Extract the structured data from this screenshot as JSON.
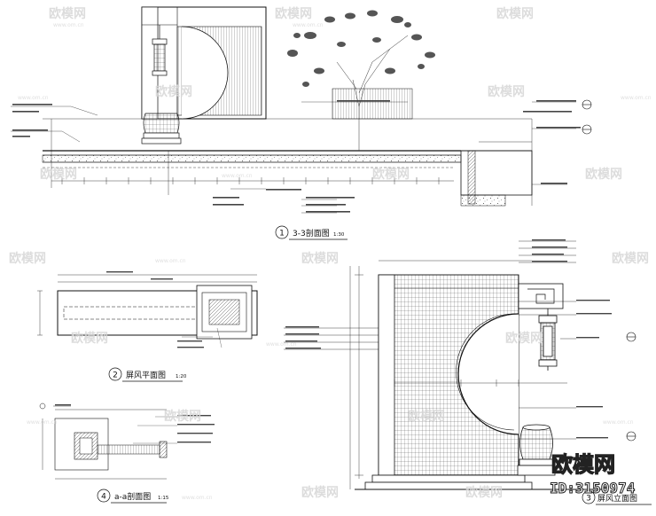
{
  "drawings": {
    "section_33": {
      "number": "1",
      "title": "3-3剖面图",
      "scale": "1:30"
    },
    "plan": {
      "number": "2",
      "title": "屏风平面图",
      "scale": "1:20"
    },
    "section_aa": {
      "number": "4",
      "title": "a-a剖面图",
      "scale": "1:15"
    },
    "elevation": {
      "number": "3",
      "title": "屏风立面图"
    }
  },
  "watermark": {
    "brand": "欧模网",
    "id_text": "ID:3150974",
    "url": "www.om.cn"
  },
  "colors": {
    "line": "#111111",
    "hatch": "#555555",
    "watermark": "#d7d7d7"
  },
  "icons": [
    "tree-icon",
    "lantern-icon",
    "drum-stone-icon",
    "section-marker-icon",
    "brand-logo-icon"
  ]
}
